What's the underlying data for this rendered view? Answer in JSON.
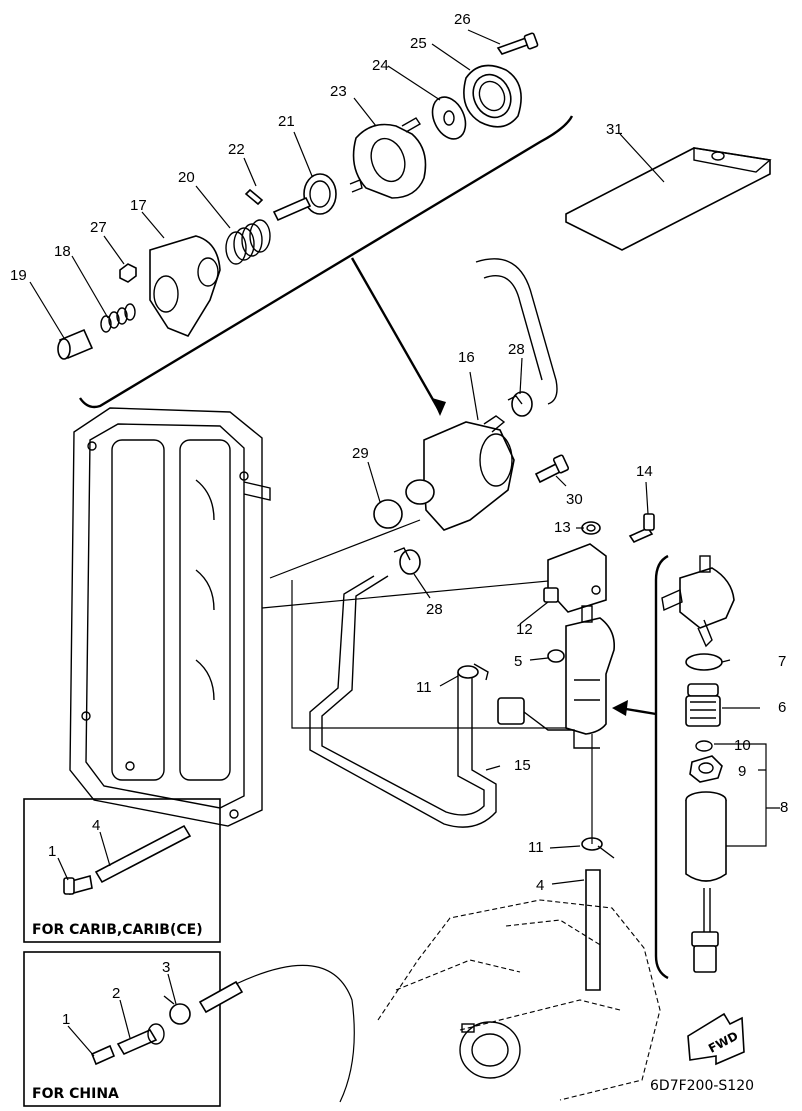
{
  "callouts": {
    "c26": "26",
    "c25": "25",
    "c24": "24",
    "c23": "23",
    "c31": "31",
    "c21": "21",
    "c22": "22",
    "c20": "20",
    "c17": "17",
    "c27": "27",
    "c18": "18",
    "c19": "19",
    "c16": "16",
    "c28a": "28",
    "c29": "29",
    "c30": "30",
    "c14": "14",
    "c13": "13",
    "c28b": "28",
    "c12": "12",
    "c5": "5",
    "c7": "7",
    "c11a": "11",
    "c6": "6",
    "c15": "15",
    "c10": "10",
    "c9": "9",
    "c8": "8",
    "c11b": "11",
    "c4": "4",
    "box1_c4": "4",
    "box1_c1": "1",
    "box2_c3": "3",
    "box2_c2": "2",
    "box2_c1": "1"
  },
  "inset_boxes": {
    "carib_title": "FOR CARIB,CARIB(CE)",
    "china_title": "FOR CHINA"
  },
  "fwd_label": "FWD",
  "figure_ref": "6D7F200-S120"
}
